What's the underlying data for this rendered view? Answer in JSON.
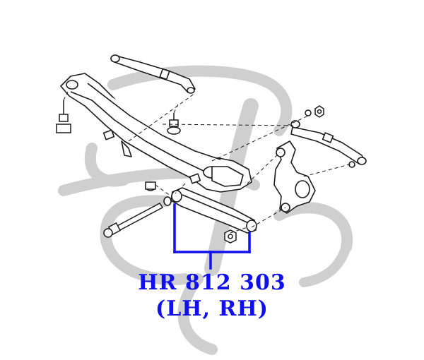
{
  "diagram": {
    "part_number": "HR 812 303",
    "side_note": "(LH, RH)",
    "colors": {
      "line_art": "#1a1a1a",
      "watermark": "#cfcfcf",
      "callout": "#1010ee",
      "background": "#ffffff"
    },
    "icons": [
      "watermark-logo",
      "rear-subframe",
      "lower-control-arm",
      "upper-control-arm",
      "knuckle-hub",
      "bolt",
      "nut",
      "bushing"
    ]
  }
}
